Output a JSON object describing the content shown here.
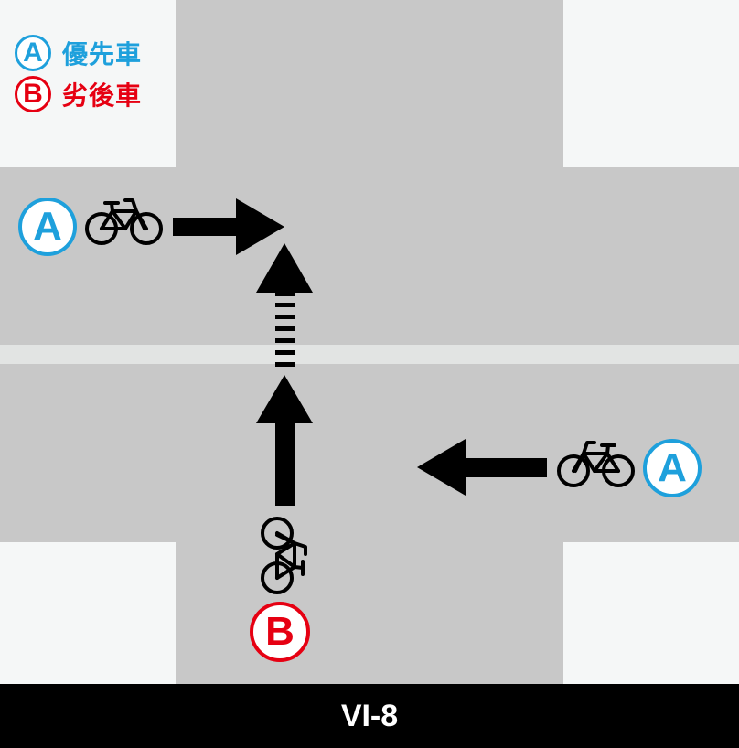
{
  "title": "VI-8",
  "legend": {
    "items": [
      {
        "letter": "A",
        "label": "優先車",
        "color": "#1ea0dc"
      },
      {
        "letter": "B",
        "label": "劣後車",
        "color": "#e60012"
      }
    ]
  },
  "scene": {
    "colors": {
      "road": "#c8c8c8",
      "block": "#f5f7f7",
      "center_line": "#e2e4e3",
      "arrow": "#000000",
      "footer_bg": "#000000",
      "footer_text": "#ffffff"
    },
    "vehicles": [
      {
        "id": "west-bicycle",
        "letter": "A",
        "role": "優先車",
        "direction": "east",
        "icon": "bicycle-icon"
      },
      {
        "id": "east-bicycle",
        "letter": "A",
        "role": "優先車",
        "direction": "west",
        "icon": "bicycle-icon"
      },
      {
        "id": "south-bicycle",
        "letter": "B",
        "role": "劣後車",
        "direction": "north",
        "icon": "bicycle-icon"
      }
    ]
  },
  "footer": {
    "label": "VI-8"
  }
}
